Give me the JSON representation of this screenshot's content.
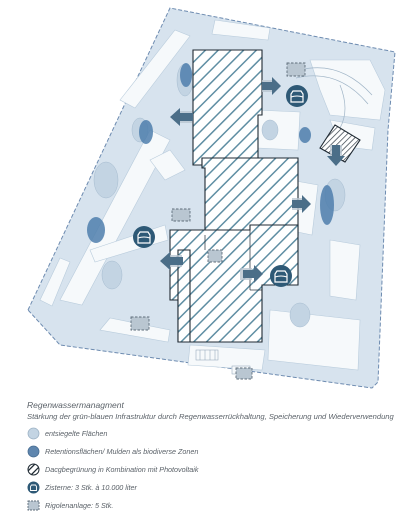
{
  "legend": {
    "title": "Regenwassermanagment",
    "subtitle": "Stärkung der grün-blauen Infrastruktur durch Regenwasserrückhaltung, Speicherung und Wiederverwendung",
    "items": [
      {
        "label": "entsiegelte Flächen",
        "icon": "unsealed-area-circle-icon"
      },
      {
        "label": "Retentionsflächen/ Mulden als biodiverse Zonen",
        "icon": "retention-area-circle-icon"
      },
      {
        "label": "Dacgbegrünung in Kombination mit Photovoltaik",
        "icon": "green-roof-hatched-circle-icon"
      },
      {
        "label": "Zisterne: 3 Stk. à 10.000 liter",
        "icon": "cistern-icon"
      },
      {
        "label": "Rigolenanlage: 5 Stk.",
        "icon": "infiltration-trench-icon"
      }
    ]
  },
  "colors": {
    "site_fill": "#d7e3ee",
    "site_outline": "#6d8bb0",
    "road_white": "#f6f9fb",
    "retention_blue": "#4f7fad",
    "building_hatch": "#5f8ea3",
    "arrow_dark": "#4b6e88",
    "icon_navy": "#2e5976",
    "trench_fill": "#b9c6d1",
    "text": "#5a6168"
  }
}
